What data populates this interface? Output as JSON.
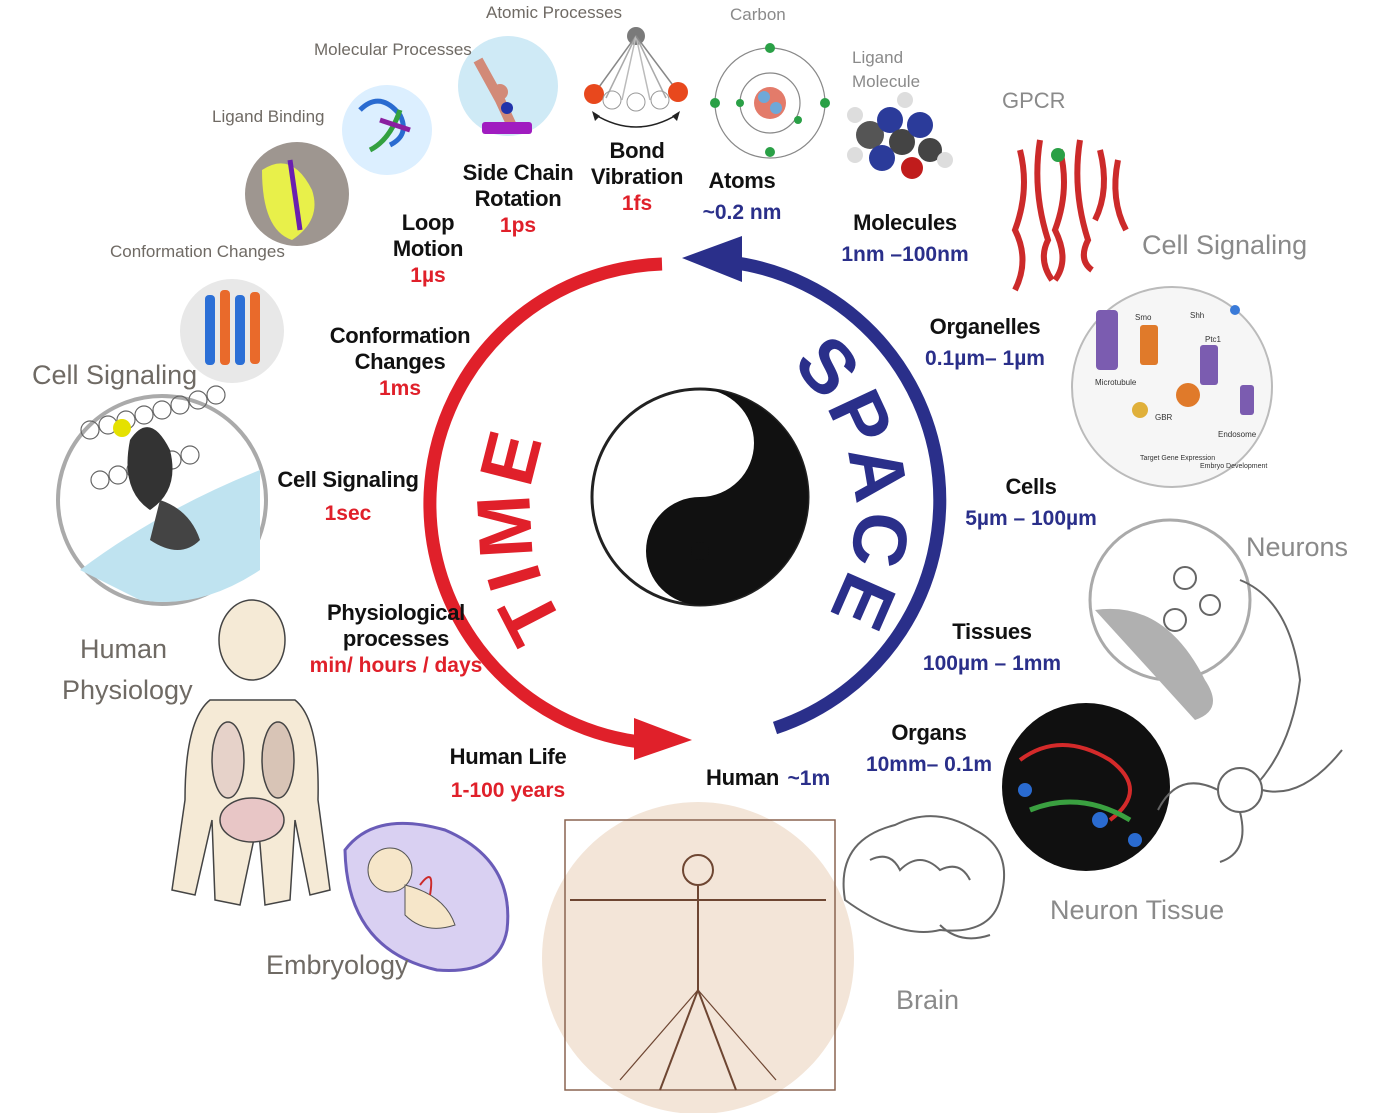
{
  "center": {
    "time_word": "TIME",
    "space_word": "SPACE"
  },
  "time_scale": [
    {
      "name_line1": "Bond",
      "name_line2": "Vibration",
      "value": "1fs"
    },
    {
      "name_line1": "Side Chain",
      "name_line2": "Rotation",
      "value": "1ps"
    },
    {
      "name_line1": "Loop",
      "name_line2": "Motion",
      "value": "1µs"
    },
    {
      "name_line1": "Conformation",
      "name_line2": "Changes",
      "value": "1ms"
    },
    {
      "name_line1": "Cell Signaling",
      "name_line2": "",
      "value": "1sec"
    },
    {
      "name_line1": "Physiological",
      "name_line2": "processes",
      "value": "min/ hours / days"
    },
    {
      "name_line1": "Human Life",
      "name_line2": "",
      "value": "1-100 years"
    }
  ],
  "space_scale": [
    {
      "name": "Atoms",
      "value": "~0.2 nm"
    },
    {
      "name": "Molecules",
      "value": "1nm –100nm"
    },
    {
      "name": "Organelles",
      "value": "0.1µm– 1µm"
    },
    {
      "name": "Cells",
      "value": "5µm – 100µm"
    },
    {
      "name": "Tissues",
      "value": "100µm – 1mm"
    },
    {
      "name": "Organs",
      "value": "10mm– 0.1m"
    },
    {
      "name": "Human",
      "value": "~1m"
    }
  ],
  "image_labels": {
    "atomic_processes": "Atomic Processes",
    "molecular_processes": "Molecular Processes",
    "ligand_binding": "Ligand Binding",
    "conformation_changes": "Conformation Changes",
    "cell_signaling_left": "Cell Signaling",
    "human_physiology_1": "Human",
    "human_physiology_2": "Physiology",
    "embryology": "Embryology",
    "brain": "Brain",
    "neuron_tissue": "Neuron Tissue",
    "neurons": "Neurons",
    "cell_signaling_right": "Cell Signaling",
    "gpcr": "GPCR",
    "carbon": "Carbon",
    "ligand_molecule_1": "Ligand",
    "ligand_molecule_2": "Molecule"
  },
  "organelle_diagram_labels": [
    "Smo",
    "Shh",
    "Ptc1",
    "Microtubule",
    "GBR",
    "Target Gene Expression",
    "Embryo Development",
    "Endosome"
  ],
  "colors": {
    "time_red": "#e0202a",
    "space_blue": "#2a2f8a",
    "gray_label": "#6f6a64"
  }
}
